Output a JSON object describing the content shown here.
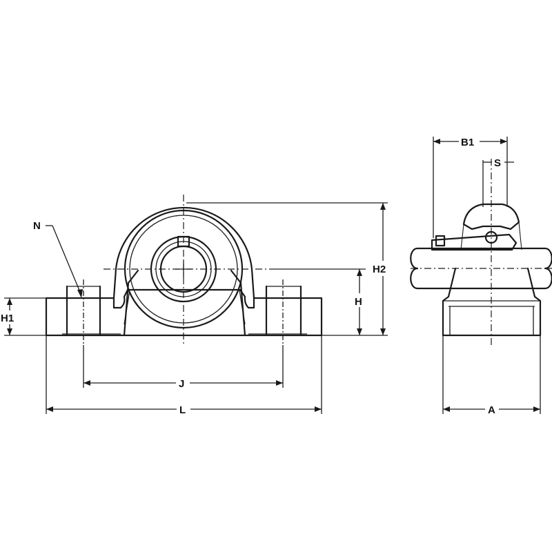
{
  "labels": {
    "N": "N",
    "H1": "H1",
    "H": "H",
    "H2": "H2",
    "J": "J",
    "L": "L",
    "B1": "B1",
    "S": "S",
    "A": "A"
  }
}
